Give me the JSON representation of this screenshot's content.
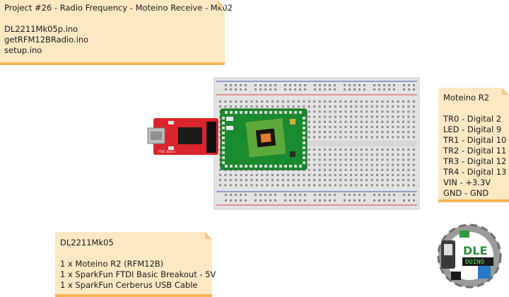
{
  "project_note": {
    "title": "Project #26 - Radio Frequency - Moteino Receive - Mk02",
    "files": [
      "DL2211Mk05p.ino",
      "getRFM12BRadio.ino",
      "setup.ino"
    ]
  },
  "pin_note": {
    "title": "Moteino R2",
    "pins": [
      "TR0 - Digital 2",
      "LED - Digital 9",
      "TR1 - Digital 10",
      "TR2 - Digital 11",
      "TR3 - Digital 12",
      "TR4 - Digital 13",
      "VIN - +3.3V",
      "GND - GND"
    ]
  },
  "parts_note": {
    "title": "DL2211Mk05",
    "parts": [
      "1 x Moteino R2 (RFM12B)",
      "1 x SparkFun FTDI Basic Breakout - 5V",
      "1 x SparkFun Cerberus USB Cable"
    ]
  },
  "ftdi_board": {
    "label": "FTDI Basic"
  },
  "logo": {
    "text": "DLE",
    "sub": "DUINO"
  },
  "colors": {
    "note_bg": "#fde8c4",
    "note_border": "#f6b456",
    "breadboard": "#e3e3e3",
    "moteino_pcb": "#1a8a2e",
    "ftdi_pcb": "#d9252b",
    "rail_red": "#d9433a",
    "rail_blue": "#3f59b5"
  }
}
